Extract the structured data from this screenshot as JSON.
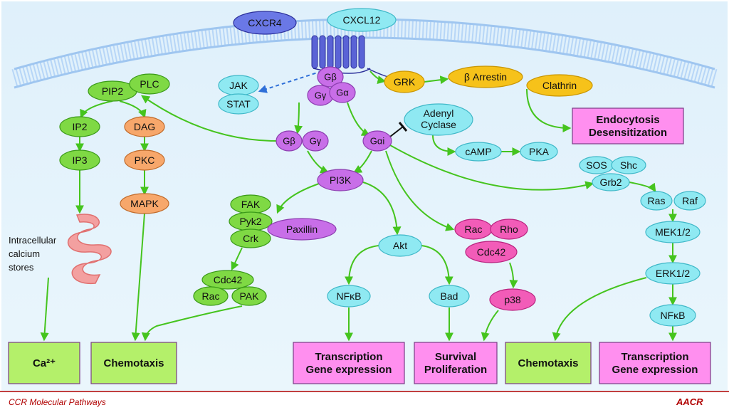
{
  "colors": {
    "green": "#7fd944",
    "green_arrow": "#45c41e",
    "purple": "#c86ee8",
    "cyan": "#8fe9f2",
    "orange": "#f7a76b",
    "yellow": "#f6c21a",
    "pink": "#f25cb8",
    "magenta_box": "#ff8fef",
    "lime_box": "#b4f06a",
    "membrane": "#b7d6f7",
    "dash_blue": "#2e6fd8",
    "footer_red": "#b00000"
  },
  "nodes": {
    "cxcr4": "CXCR4",
    "cxcl12": "CXCL12",
    "jak": "JAK",
    "stat": "STAT",
    "gbeta_top": "Gβ",
    "ggamma_top": "Gγ",
    "galpha_top": "Gα",
    "grk": "GRK",
    "beta_arrestin": "β Arrestin",
    "clathrin": "Clathrin",
    "pip2": "PIP2",
    "plc": "PLC",
    "ip2": "IP2",
    "dag": "DAG",
    "ip3": "IP3",
    "pkc": "PKC",
    "mapk": "MAPK",
    "gbeta_mid": "Gβ",
    "ggamma_mid": "Gγ",
    "galphai": "Gαi",
    "adenyl_cyclase_1": "Adenyl",
    "adenyl_cyclase_2": "Cyclase",
    "camp": "cAMP",
    "pka": "PKA",
    "pi3k": "PI3K",
    "fak": "FAK",
    "pyk2": "Pyk2",
    "crk": "Crk",
    "paxillin": "Paxillin",
    "cdc42_left": "Cdc42",
    "rac_left": "Rac",
    "pak": "PAK",
    "akt": "Akt",
    "nfkb_mid": "NFκB",
    "bad": "Bad",
    "rac_mid": "Rac",
    "rho": "Rho",
    "cdc42_mid": "Cdc42",
    "p38": "p38",
    "sos": "SOS",
    "shc": "Shc",
    "grb2": "Grb2",
    "ras": "Ras",
    "raf": "Raf",
    "mek": "MEK1/2",
    "erk": "ERK1/2",
    "nfkb_right": "NFκB"
  },
  "boxes": {
    "endocytosis_1": "Endocytosis",
    "endocytosis_2": "Desensitization",
    "ca": "Ca²⁺",
    "chemotaxis_left": "Chemotaxis",
    "transcription_mid_1": "Transcription",
    "transcription_mid_2": "Gene expression",
    "survival_1": "Survival",
    "survival_2": "Proliferation",
    "chemotaxis_right": "Chemotaxis",
    "transcription_right_1": "Transcription",
    "transcription_right_2": "Gene expression"
  },
  "calcium_text": [
    "Intracellular",
    "calcium",
    "stores"
  ],
  "footer": {
    "left": "CCR Molecular Pathways",
    "logo_text": "AACR"
  }
}
